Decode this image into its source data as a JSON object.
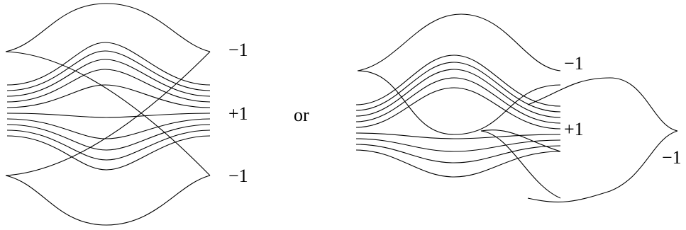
{
  "left_diagram": {
    "labels": {
      "top": "−1",
      "middle": "+1",
      "bottom": "−1"
    }
  },
  "connector": {
    "text": "or"
  },
  "right_diagram": {
    "labels": {
      "top": "−1",
      "middle": "+1",
      "right": "−1"
    }
  },
  "colors": {
    "stroke": "#000000",
    "background": "#ffffff"
  }
}
